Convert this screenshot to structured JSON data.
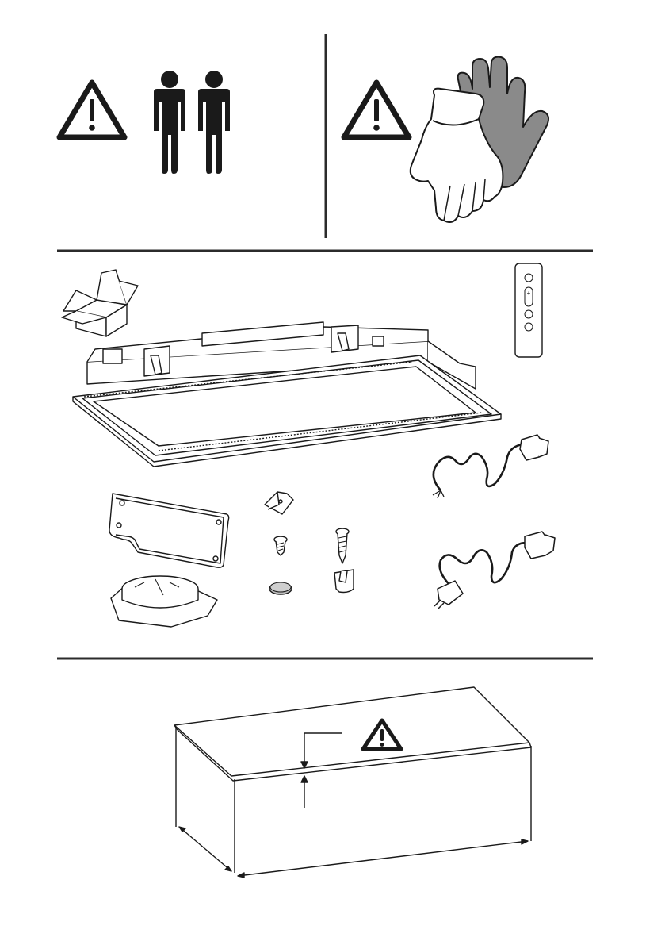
{
  "sections": {
    "safety": {
      "warning_left": "warning-triangle-icon",
      "people": "two-persons-icon",
      "warning_right": "warning-triangle-icon",
      "gloves": "protective-gloves-icon"
    },
    "contents": {
      "box": "open-box-icon",
      "hood": "ceiling-hood-unit",
      "remote": "remote-control",
      "remote_buttons": [
        "power",
        "plus",
        "minus",
        "light",
        "fan"
      ],
      "remote_glyphs": {
        "plus": "+",
        "minus": "−"
      },
      "cable_bare": "power-cable-bare-wires",
      "cable_plug": "power-cable-schuko-plug",
      "plate": "mounting-plate",
      "flange": "air-outlet-flange",
      "clip": "fixing-clip",
      "small_screw": "short-screw",
      "long_screw": "long-wood-screw",
      "cap": "cover-cap",
      "plug": "wall-plug"
    },
    "ceiling_cutout": {
      "warning": "warning-triangle-icon",
      "box": "ceiling-cutout-dimension-diagram"
    }
  },
  "colors": {
    "line": "#1a1a1a",
    "glove_dark": "#8a8a8a",
    "glove_light": "#ffffff",
    "cap_fill": "#bdbdbd",
    "rule": "#2b2b2b"
  }
}
